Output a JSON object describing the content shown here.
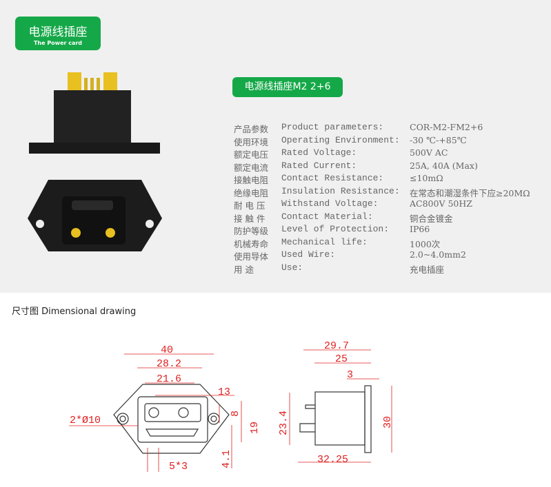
{
  "badge": {
    "title": "电源线插座",
    "subtitle": "The Power card"
  },
  "model_badge": "电源线插座M2 2+6",
  "specs": [
    {
      "cn": "产品参数",
      "en": "Product parameters:",
      "value": "COR-M2-FM2+6"
    },
    {
      "cn": "使用环境",
      "en": "Operating Environment:",
      "value": "-30 ℃-+85℃"
    },
    {
      "cn": "额定电压",
      "en": "Rated Voltage:",
      "value": "500V AC"
    },
    {
      "cn": "额定电流",
      "en": "Rated Current:",
      "value": "25A, 40A (Max)"
    },
    {
      "cn": "接触电阻",
      "en": "Contact Resistance:",
      "value": "≤10mΩ"
    },
    {
      "cn": "绝缘电阻",
      "en": "Insulation Resistance:",
      "value": "在常态和潮湿条件下应≥20MΩ"
    },
    {
      "cn": "耐 电 压",
      "en": "Withstand Voltage:",
      "value": "AC800V 50HZ"
    },
    {
      "cn": "接 触 件",
      "en": "Contact Material:",
      "value": "铜合金镀金"
    },
    {
      "cn": "防护等级",
      "en": "Level of Protection:",
      "value": "IP66"
    },
    {
      "cn": "机械寿命",
      "en": "Mechanical life:",
      "value": "1000次"
    },
    {
      "cn": "使用导体",
      "en": "Used Wire:",
      "value": "2.0~4.0mm2"
    },
    {
      "cn": "用    途",
      "en": "Use:",
      "value": "充电插座"
    }
  ],
  "drawing_title": "尺寸图 Dimensional drawing",
  "front_dims": {
    "w40": "40",
    "w28": "28.2",
    "w21": "21.6",
    "d13": "13",
    "hole": "2*Ø10",
    "h8": "8",
    "h19": "19",
    "h41": "4.1",
    "p53": "5*3"
  },
  "side_dims": {
    "w297": "29.7",
    "w25": "25",
    "w3": "3",
    "h234": "23.4",
    "h30": "30",
    "w3225": "32.25"
  }
}
